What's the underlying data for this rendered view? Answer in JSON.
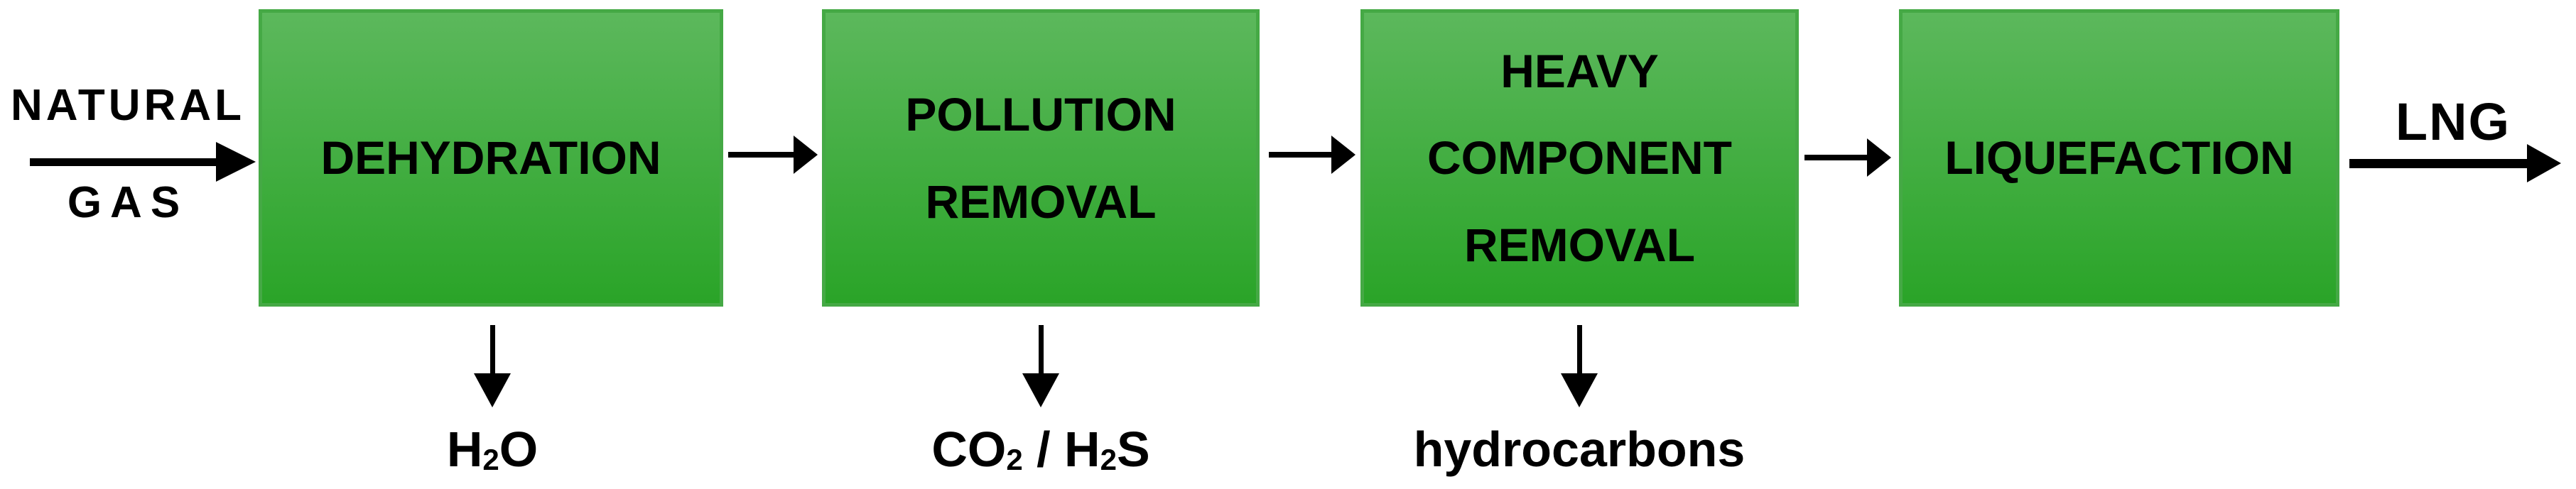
{
  "diagram": {
    "title_implicit": "Natural gas liquefaction process flow",
    "input": {
      "line1": "NATURAL",
      "line2": "GAS"
    },
    "boxes": [
      {
        "id": "dehydration",
        "lines": [
          "DEHYDRATION"
        ]
      },
      {
        "id": "pollution-removal",
        "lines": [
          "POLLUTION",
          "REMOVAL"
        ]
      },
      {
        "id": "heavy-component-removal",
        "lines": [
          "HEAVY",
          "COMPONENT",
          "REMOVAL"
        ]
      },
      {
        "id": "liquefaction",
        "lines": [
          "LIQUEFACTION"
        ]
      }
    ],
    "output": {
      "label": "LNG"
    },
    "byproducts": [
      {
        "from": "dehydration",
        "segments": {
          "a": "H",
          "sub1": "2",
          "b": "O"
        }
      },
      {
        "from": "pollution-removal",
        "segments": {
          "a": "CO",
          "sub1": "2",
          "b": " / H",
          "sub2": "2",
          "c": "S"
        }
      },
      {
        "from": "heavy-component-removal",
        "segments": {
          "a": "hydrocarbons"
        }
      }
    ],
    "colors": {
      "box_top": "#5cb85c",
      "box_bottom": "#2aa428",
      "box_border": "#45a945",
      "arrow": "#000000",
      "text": "#000000"
    }
  }
}
